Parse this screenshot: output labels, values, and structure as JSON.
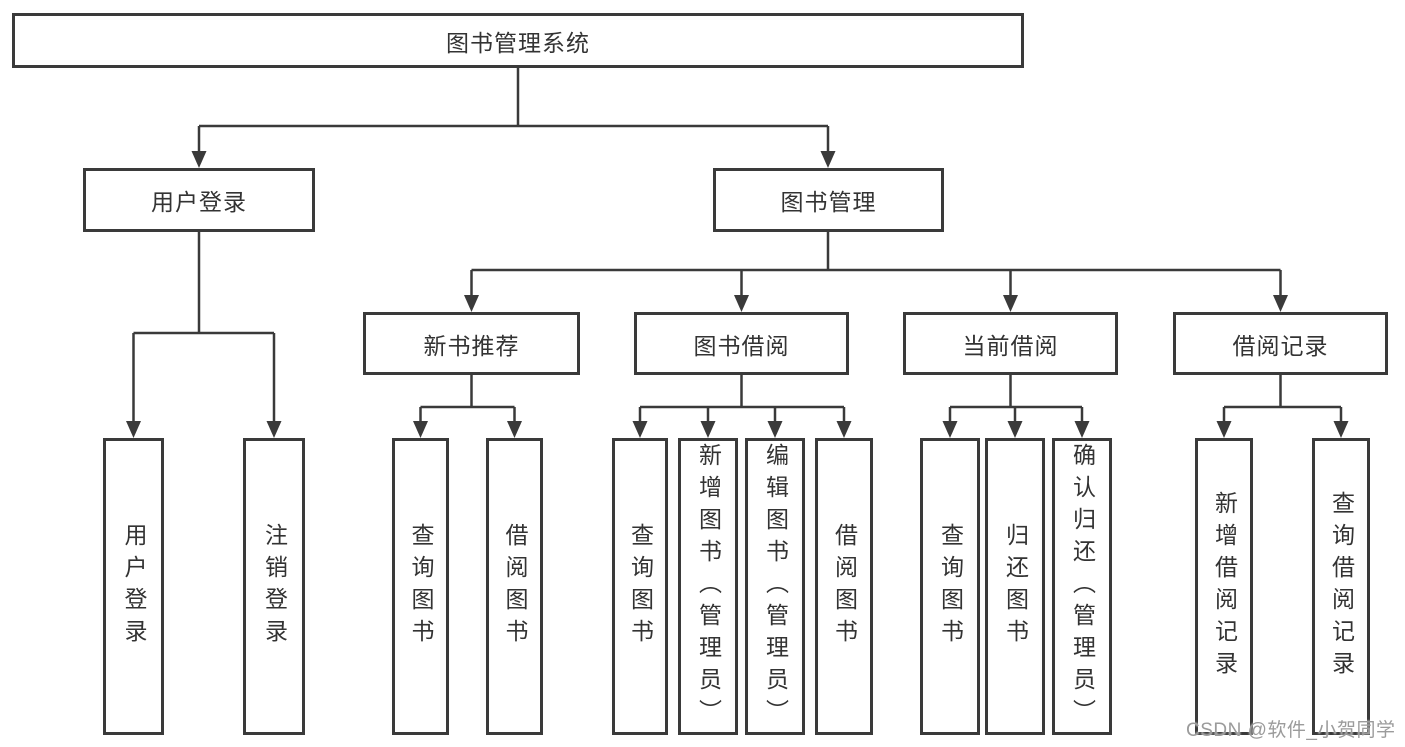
{
  "tree": {
    "root": {
      "label": "图书管理系统"
    },
    "branches": [
      {
        "label": "用户登录",
        "children": [
          "用户登录",
          "注销登录"
        ]
      },
      {
        "label": "图书管理",
        "groups": [
          {
            "label": "新书推荐",
            "children": [
              "查询图书",
              "借阅图书"
            ]
          },
          {
            "label": "图书借阅",
            "children": [
              "查询图书",
              "新增图书（管理员）",
              "编辑图书（管理员）",
              "借阅图书"
            ]
          },
          {
            "label": "当前借阅",
            "children": [
              "查询图书",
              "归还图书",
              "确认归还（管理员）"
            ]
          },
          {
            "label": "借阅记录",
            "children": [
              "新增借阅记录",
              "查询借阅记录"
            ]
          }
        ]
      }
    ]
  },
  "watermark": "CSDN @软件_小贺同学",
  "colors": {
    "line": "#3a3a3a",
    "text": "#333333",
    "watermark": "#9b9b9b",
    "bg": "#ffffff"
  }
}
